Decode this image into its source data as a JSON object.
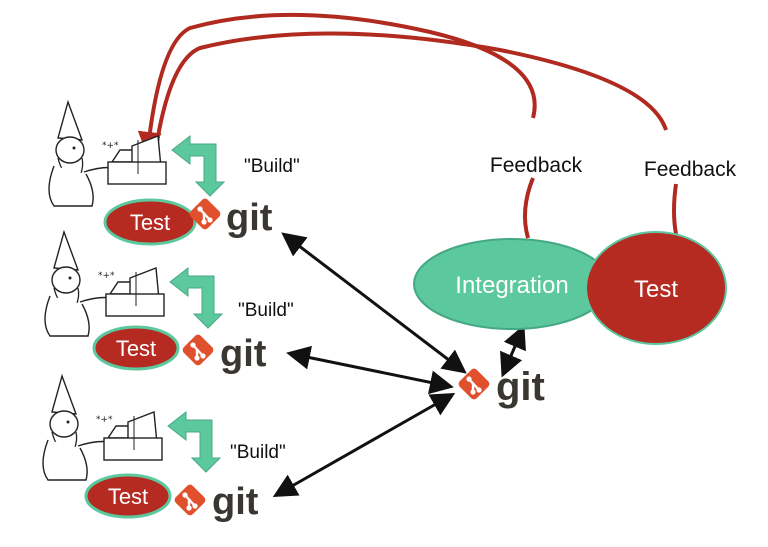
{
  "colors": {
    "feedback_red": "#b02a20",
    "test_red": "#b52b22",
    "integration_green": "#5cc89e",
    "build_arrow_green": "#5cc89e",
    "git_orange": "#e0502c",
    "git_text": "#3a3732",
    "link_black": "#111111"
  },
  "developers": [
    {
      "build_label": "\"Build\"",
      "test_label": "Test",
      "repo_label": "git",
      "computer_icon": "computer-icon",
      "developer_icon": "wizard-developer-icon"
    },
    {
      "build_label": "\"Build\"",
      "test_label": "Test",
      "repo_label": "git",
      "computer_icon": "computer-icon",
      "developer_icon": "wizard-developer-icon"
    },
    {
      "build_label": "\"Build\"",
      "test_label": "Test",
      "repo_label": "git",
      "computer_icon": "computer-icon",
      "developer_icon": "wizard-developer-icon"
    }
  ],
  "central": {
    "repo_label": "git",
    "integration_label": "Integration",
    "test_label": "Test"
  },
  "feedback": {
    "integration_label": "Feedback",
    "test_label": "Feedback"
  }
}
